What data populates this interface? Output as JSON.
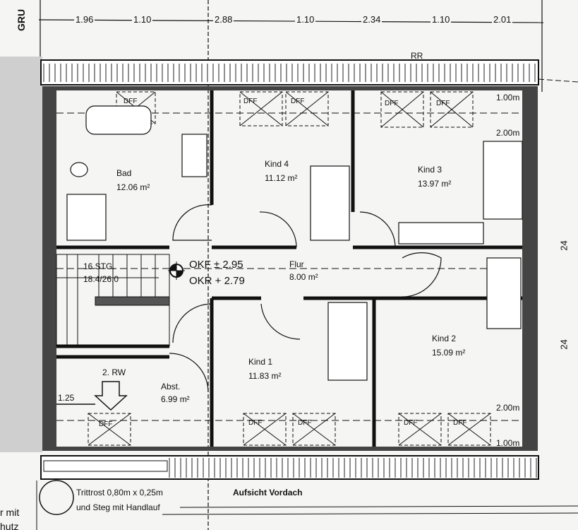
{
  "title_fragment": "GRU",
  "dimensions_top": [
    "1.96",
    "1.10",
    "2.88",
    "1.10",
    "2.34",
    "1.10",
    "2.01"
  ],
  "roof_label": "RR",
  "rooms": [
    {
      "name": "Bad",
      "area": "12.06 m²"
    },
    {
      "name": "Kind 4",
      "area": "11.12 m²"
    },
    {
      "name": "Kind 3",
      "area": "13.97 m²"
    },
    {
      "name": "Flur",
      "area": "8.00 m²"
    },
    {
      "name": "Kind 1",
      "area": "11.83 m²"
    },
    {
      "name": "Kind 2",
      "area": "15.09 m²"
    },
    {
      "name": "Abst.",
      "area": "6.99 m²"
    }
  ],
  "window_label": "DFF",
  "stairs": {
    "steps": "16 STG.",
    "ratio": "18.4/26.0"
  },
  "levels": {
    "okf": "OKF ± 2.95",
    "okr": "OKR + 2.79"
  },
  "height_marks": {
    "top_1": "1.00m",
    "top_2": "2.00m",
    "bottom_2": "2.00m",
    "bottom_1": "1.00m"
  },
  "escape": {
    "label": "2. RW",
    "dim": "1.25"
  },
  "right_marks": [
    "24",
    "24"
  ],
  "notes": {
    "trittrost_1": "Trittrost 0,80m x 0,25m",
    "trittrost_2": "und Steg mit Handlauf",
    "vordach": "Aufsicht Vordach",
    "left_1": "r mit",
    "left_2": "hutz"
  }
}
